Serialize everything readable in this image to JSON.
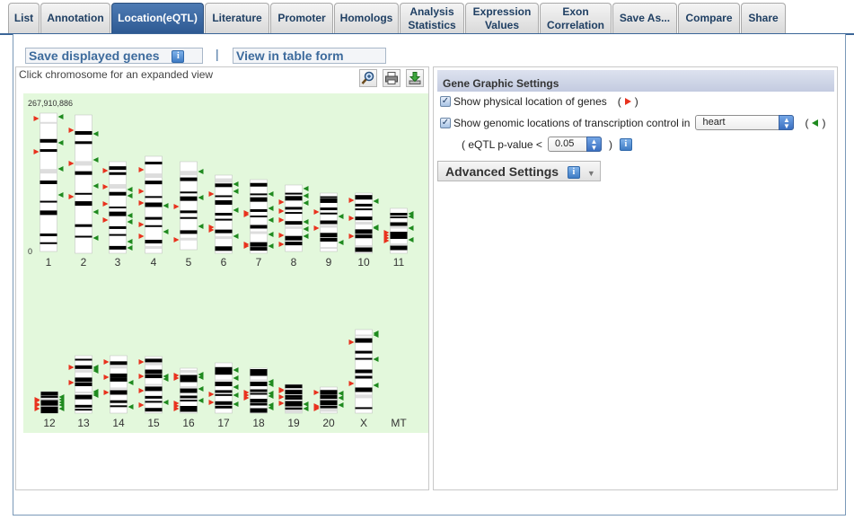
{
  "tabs": [
    {
      "label": "List"
    },
    {
      "label": "Annotation"
    },
    {
      "label": "Location(eQTL)"
    },
    {
      "label": "Literature"
    },
    {
      "label": "Promoter"
    },
    {
      "label": "Homologs"
    },
    {
      "label": "Analysis\nStatistics"
    },
    {
      "label": "Expression\nValues"
    },
    {
      "label": "Exon\nCorrelation"
    },
    {
      "label": "Save As..."
    },
    {
      "label": "Compare"
    },
    {
      "label": "Share"
    }
  ],
  "toolbar": {
    "save_displayed": "Save displayed genes",
    "view_table": "View in table form",
    "separator": "|"
  },
  "chrom": {
    "hint": "Click chromosome for an expanded view",
    "scale_top": "267,910,886",
    "scale_bottom": "0",
    "row1": [
      "1",
      "2",
      "3",
      "4",
      "5",
      "6",
      "7",
      "8",
      "9",
      "10",
      "11"
    ],
    "row2": [
      "12",
      "13",
      "14",
      "15",
      "16",
      "17",
      "18",
      "19",
      "20",
      "X",
      "MT"
    ]
  },
  "settings": {
    "title": "Gene Graphic Settings",
    "show_physical": "Show physical location of genes",
    "show_genomic": "Show genomic locations of transcription control in",
    "tissue": "heart",
    "pvalue_label": "( eQTL p-value <",
    "pvalue": "0.05",
    "close_paren": ")",
    "open_paren": "(",
    "advanced": "Advanced Settings"
  },
  "colors": {
    "tab_active": "#3b6698",
    "karyo_bg": "#e3f8dc",
    "gene_marker": "#e8321e",
    "eqtl_marker": "#1f8a1f"
  }
}
